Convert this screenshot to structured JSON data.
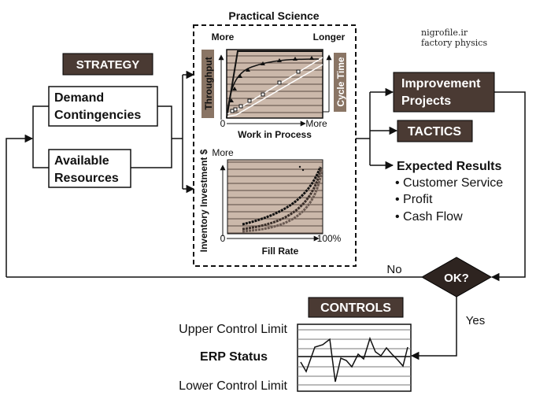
{
  "title": "Practical Science",
  "watermark": {
    "line1": "nigrofile.ir",
    "line2": "factory physics"
  },
  "strategy": {
    "label": "STRATEGY",
    "items": [
      "Demand",
      "Contingencies",
      "Available",
      "Resources"
    ]
  },
  "chart_top": {
    "y_label": "Throughput",
    "y_top": "More",
    "y2_label": "Cycle Time",
    "y2_top": "Longer",
    "x_zero": "0",
    "x_more": "More",
    "x_label": "Work in Process"
  },
  "chart_bottom": {
    "y_label": "Inventory Investment $",
    "y_top": "More",
    "x_zero": "0",
    "x_end": "100%",
    "x_label": "Fill Rate"
  },
  "outputs": {
    "improvement": [
      "Improvement",
      "Projects"
    ],
    "tactics": "TACTICS",
    "expected_title": "Expected Results",
    "expected_items": [
      "• Customer Service",
      "• Profit",
      "• Cash Flow"
    ]
  },
  "decision": {
    "label": "OK?",
    "no": "No",
    "yes": "Yes"
  },
  "controls": {
    "label": "CONTROLS",
    "upper": "Upper Control Limit",
    "status": "ERP Status",
    "lower": "Lower Control Limit"
  },
  "colors": {
    "dark_box": "#4a3a33",
    "plot_bg": "#cbb8aa",
    "label_box": "#8a7565"
  }
}
